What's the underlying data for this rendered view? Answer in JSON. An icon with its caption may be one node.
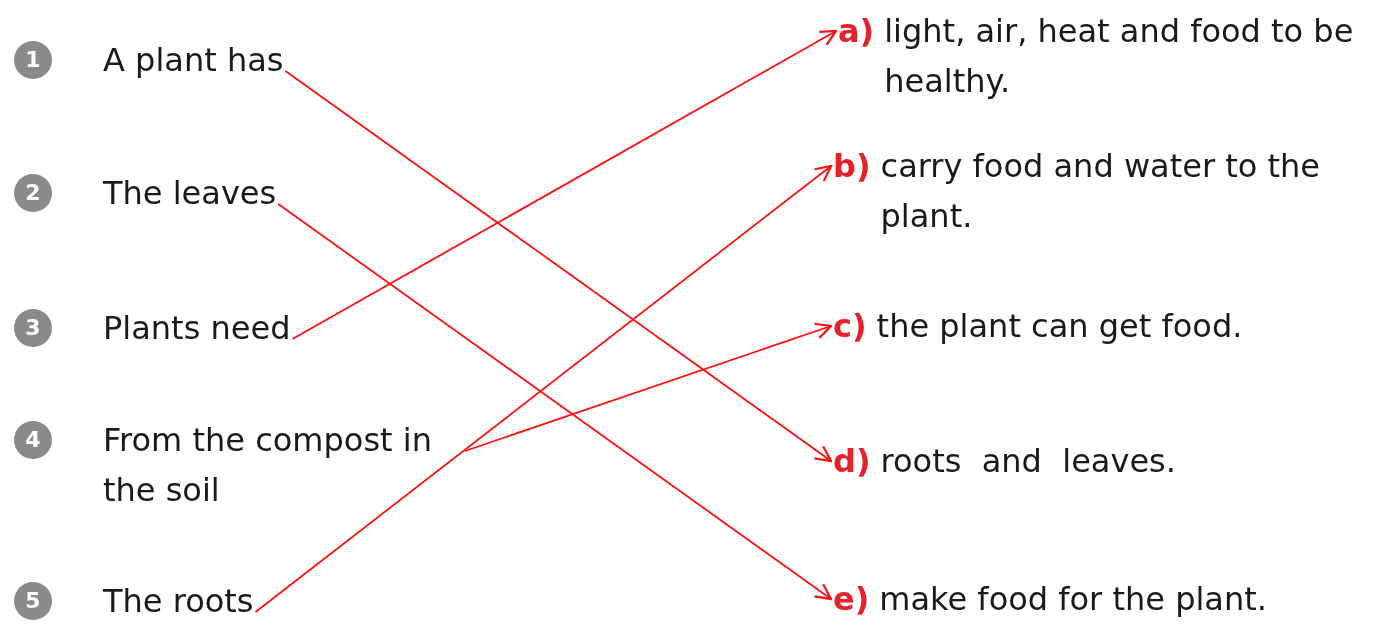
{
  "diagram": {
    "nodes": [
      {
        "text": [
          "A plant has"
        ],
        "beside": [
          "1"
        ]
      },
      {
        "text": [
          "The leaves"
        ],
        "beside": [
          "2"
        ]
      },
      {
        "text": [
          "Plants need"
        ],
        "beside": [
          "3"
        ]
      },
      {
        "text": [
          "From the compost in the soil"
        ],
        "beside": [
          "4"
        ]
      },
      {
        "text": [
          "The roots"
        ],
        "beside": [
          "5"
        ]
      },
      {
        "text": [
          "a)",
          "light, air, heat and food to be healthy."
        ]
      },
      {
        "text": [
          "b)",
          "carry food and water to the plant."
        ]
      },
      {
        "text": [
          "c)",
          "the plant can get food."
        ]
      },
      {
        "text": [
          "d)",
          "roots  and  leaves."
        ]
      },
      {
        "text": [
          "e)",
          "make food for the plant."
        ]
      }
    ],
    "edges": [
      {
        "from": 0,
        "to": 8,
        "arrow": "to"
      },
      {
        "from": 1,
        "to": 9,
        "arrow": "to"
      },
      {
        "from": 2,
        "to": 5,
        "arrow": "to"
      },
      {
        "from": 3,
        "to": 7,
        "arrow": "to"
      },
      {
        "from": 4,
        "to": 6,
        "arrow": "to"
      }
    ]
  }
}
